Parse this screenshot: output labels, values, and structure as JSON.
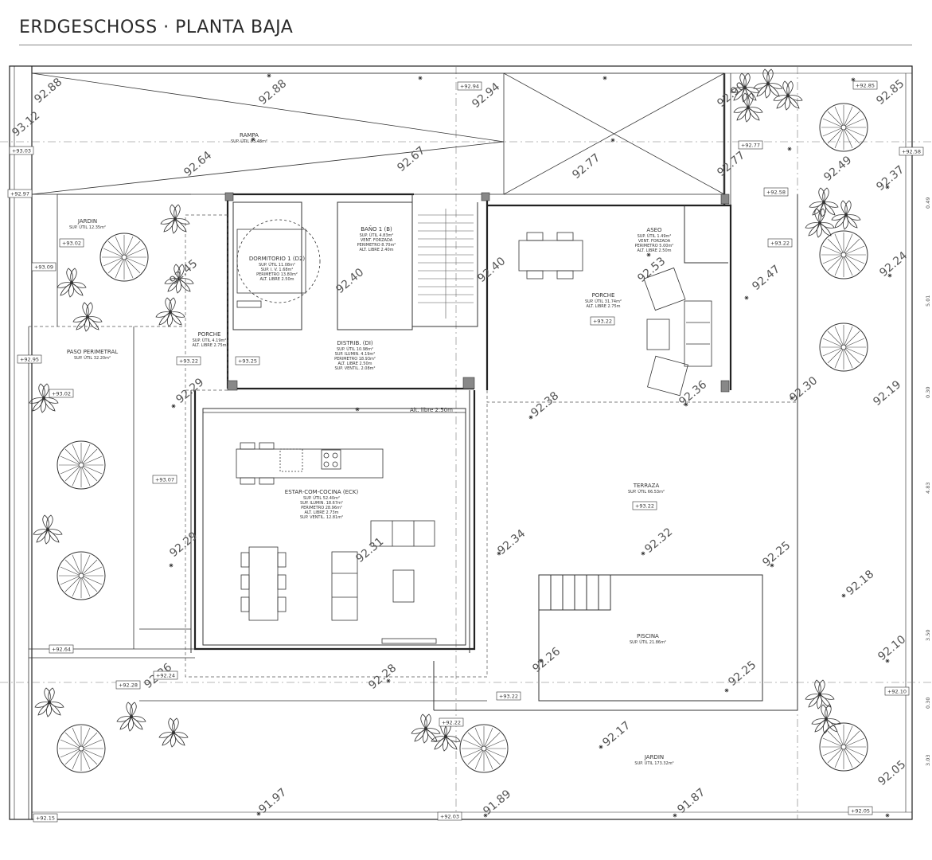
{
  "header": {
    "title": "ERDGESCHOSS · PLANTA BAJA"
  },
  "rooms": [
    {
      "id": "rampa",
      "name": "RAMPA",
      "details": [
        "SUP. ÚTIL   93.48m²"
      ]
    },
    {
      "id": "jardin-top",
      "name": "JARDIN",
      "details": [
        "SUP. ÚTIL   12.35m²"
      ]
    },
    {
      "id": "dormitorio",
      "name": "DORMITORIO 1 (D2)",
      "details": [
        "SUP. ÚTIL   11.08m²",
        "SUP. I. V.   1.68m²",
        "PERIMETRO  13.80m²",
        "ALT. LIBRE   2.50m"
      ]
    },
    {
      "id": "bano",
      "name": "BAÑO 1 (B)",
      "details": [
        "SUP. ÚTIL   4.83m²",
        "VENT. FORZADA",
        "PERIMETRO  8.70m²",
        "ALT. LIBRE   2.40m"
      ]
    },
    {
      "id": "aseo",
      "name": "ASEO",
      "details": [
        "SUP. ÚTIL   1.49m²",
        "VENT. FORZADA",
        "PERIMETRO  5.00m²",
        "ALT. LIBRE   2.50m"
      ]
    },
    {
      "id": "porche-right",
      "name": "PORCHE",
      "details": [
        "SUP. ÚTIL   31.74m²",
        "ALT. LIBRE   2.75m"
      ]
    },
    {
      "id": "porche-left",
      "name": "PORCHE",
      "details": [
        "SUP. ÚTIL   4.19m²",
        "ALT. LIBRE   2.75m"
      ]
    },
    {
      "id": "paso",
      "name": "PASO PERIMETRAL",
      "details": [
        "SUP. ÚTIL   32.20m²"
      ]
    },
    {
      "id": "distrib",
      "name": "DISTRIB. (DI)",
      "details": [
        "SUP. ÚTIL   10.98m²",
        "SUP. ILUMIN.  4.19m²",
        "PERIMETRO  18.93m²",
        "ALT. LIBRE   2.50m",
        "SUP. VENTIL.  2.08m²"
      ]
    },
    {
      "id": "estar",
      "name": "ESTAR-COM-COCINA (ECK)",
      "details": [
        "SUP. ÚTIL   52.40m²",
        "SUP. ILUMIN.  18.67m²",
        "PERIMETRO  28.96m²",
        "ALT. LIBRE   2.73m",
        "SUP. VENTIL.  12.81m²"
      ]
    },
    {
      "id": "terraza",
      "name": "TERRAZA",
      "details": [
        "SUP. ÚTIL   66.53m²"
      ]
    },
    {
      "id": "piscina",
      "name": "PISCINA",
      "details": [
        "SUP. ÚTIL   21.86m²"
      ]
    },
    {
      "id": "jardin-bottom",
      "name": "JARDIN",
      "details": [
        "SUP. ÚTIL   173.32m²"
      ]
    }
  ],
  "level_tags": [
    "+92.94",
    "+92.85",
    "+93.03",
    "+92.97",
    "+92.58",
    "+92.77",
    "+93.22",
    "+93.09",
    "+93.02",
    "+92.95",
    "+93.25",
    "+93.22",
    "+93.02",
    "+93.07",
    "+93.22",
    "+93.22",
    "+93.22",
    "+92.64",
    "+92.24",
    "+92.28",
    "+92.10",
    "+92.22",
    "+92.15",
    "+92.05",
    "+92.03",
    "+92.58"
  ],
  "elevations": [
    "92.88",
    "93.12",
    "92.88",
    "92.64",
    "92.67",
    "92.94",
    "92.77",
    "92.77",
    "92.90",
    "92.85",
    "92.49",
    "92.37",
    "92.24",
    "92.47",
    "92.53",
    "92.40",
    "92.40",
    "92.45",
    "92.29",
    "92.38",
    "92.36",
    "92.30",
    "92.19",
    "92.34",
    "92.32",
    "92.31",
    "92.29",
    "92.25",
    "92.18",
    "92.26",
    "92.25",
    "92.28",
    "92.26",
    "92.10",
    "92.17",
    "91.97",
    "91.89",
    "91.87",
    "92.05"
  ],
  "notes": {
    "alt_libre": "Alt. libre 2.50m"
  },
  "dimensions": [
    "0.49",
    "5.01",
    "0.30",
    "4.83",
    "3.50",
    "0.30",
    "3.03"
  ]
}
